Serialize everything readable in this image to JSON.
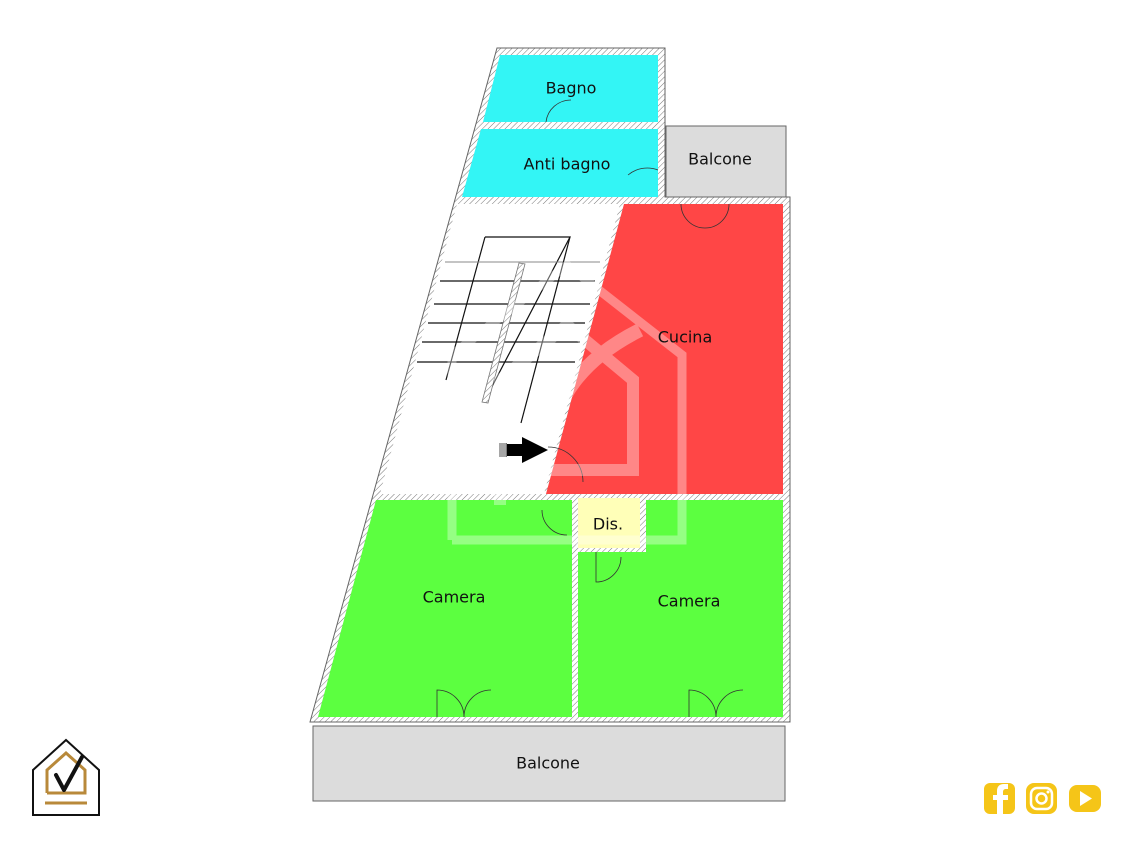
{
  "rooms": {
    "bagno": "Bagno",
    "anti_bagno": "Anti bagno",
    "balcone_top": "Balcone",
    "cucina": "Cucina",
    "disimpegno": "Dis.",
    "camera_left": "Camera",
    "camera_right": "Camera",
    "balcone_bottom": "Balcone"
  },
  "colors": {
    "bathroom": "#33f5f5",
    "kitchen": "#ff4646",
    "bedroom": "#5cff40",
    "hall": "#ffffb8",
    "balcony": "#dcdcdc",
    "social": "#f5c518",
    "logo_gold": "#b8893a"
  },
  "icons": [
    "logo-house-check-icon",
    "facebook-icon",
    "instagram-icon",
    "youtube-icon",
    "entrance-arrow-icon"
  ]
}
